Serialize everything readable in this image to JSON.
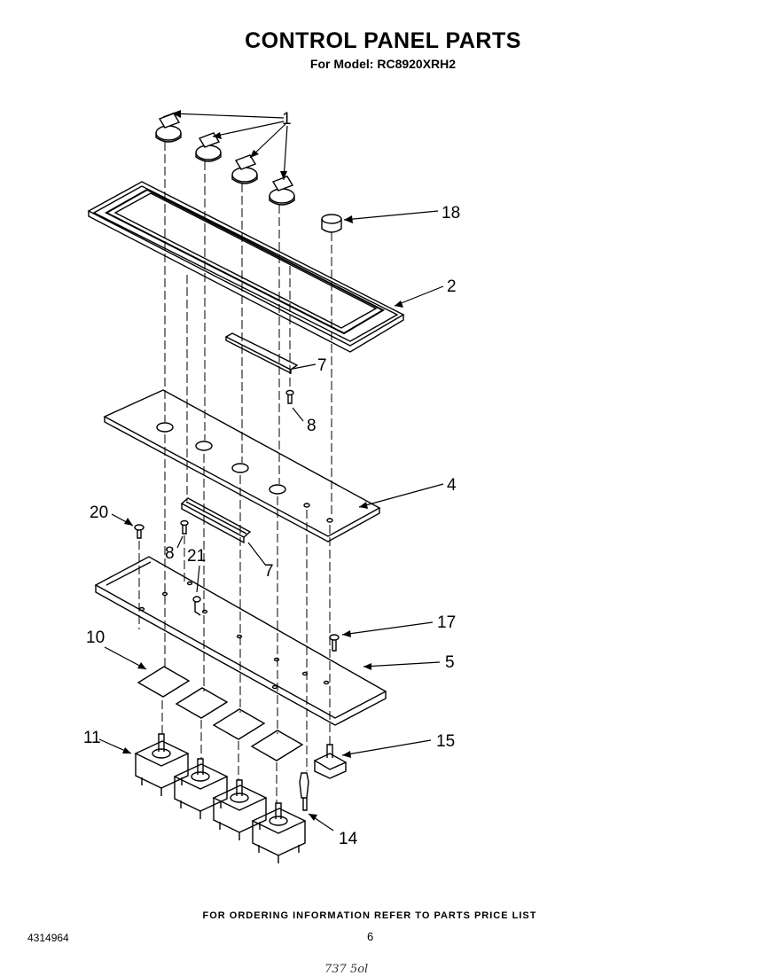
{
  "header": {
    "title": "CONTROL PANEL PARTS",
    "subtitle": "For Model: RC8920XRH2"
  },
  "callouts": {
    "c1": "1",
    "c18": "18",
    "c2": "2",
    "c7a": "7",
    "c8a": "8",
    "c4": "4",
    "c20": "20",
    "c8b": "8",
    "c21": "21",
    "c7b": "7",
    "c17": "17",
    "c10": "10",
    "c5": "5",
    "c11": "11",
    "c15": "15",
    "c14": "14"
  },
  "footer": {
    "ordering_note": "FOR ORDERING INFORMATION REFER TO PARTS PRICE LIST",
    "doc_number": "4314964",
    "page_number": "6",
    "handwritten_mark": "737 5ol"
  }
}
